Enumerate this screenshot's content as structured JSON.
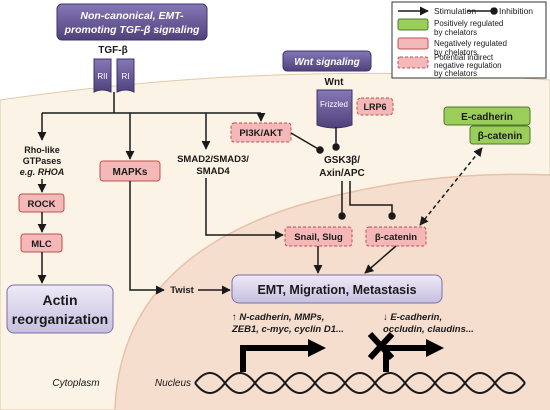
{
  "labels": {
    "tgf_title_1": "Non-canonical, EMT-",
    "tgf_title_2": "promoting TGF-β signaling",
    "tgfb": "TGF-β",
    "receptor_rii": "RII",
    "receptor_ri": "RI",
    "wnt_title": "Wnt signaling",
    "wnt": "Wnt",
    "frizzled": "Frizzled",
    "lrp6": "LRP6",
    "pi3k_akt": "PI3K/AKT",
    "gsk_1": "GSK3β/",
    "gsk_2": "Axin/APC",
    "rho_1": "Rho-like",
    "rho_2": "GTPases",
    "rho_3": "e.g. RHOA",
    "rock": "ROCK",
    "mlc": "MLC",
    "actin_1": "Actin",
    "actin_2": "reorganization",
    "mapks": "MAPKs",
    "smad_1": "SMAD2/SMAD3/",
    "smad_2": "SMAD4",
    "snail_slug": "Snail, Slug",
    "beta_catenin_nuc": "β-catenin",
    "twist": "Twist",
    "emt": "EMT, Migration, Metastasis",
    "up_genes_1": "↑ N-cadherin, MMPs,",
    "up_genes_2": "ZEB1, c-myc, cyclin D1...",
    "down_genes_1": "↓ E-cadherin,",
    "down_genes_2": "occludin, claudins...",
    "cytoplasm": "Cytoplasm",
    "nucleus": "Nucleus",
    "e_cadherin": "E-cadherin",
    "beta_catenin_mem": "β-catenin"
  },
  "legend": {
    "stimulation": "Stimulation",
    "inhibition": "Inhibition",
    "positive": [
      "Positively regulated",
      "by chelators"
    ],
    "negative": [
      "Negatively regulated",
      "by chelators"
    ],
    "potential": [
      "Potential indirect",
      "negative regulation",
      "by chelators"
    ]
  },
  "colors": {
    "purple": "#6a5b95",
    "red_fill": "#f4b8b8",
    "red_border": "#c0504d",
    "green_fill": "#9acd5a",
    "green_border": "#4f7a2a",
    "cytoplasm_bg": "#fbf3e6",
    "nucleus_bg": "#f6dece",
    "actin_fill": "#dcd6ec"
  }
}
